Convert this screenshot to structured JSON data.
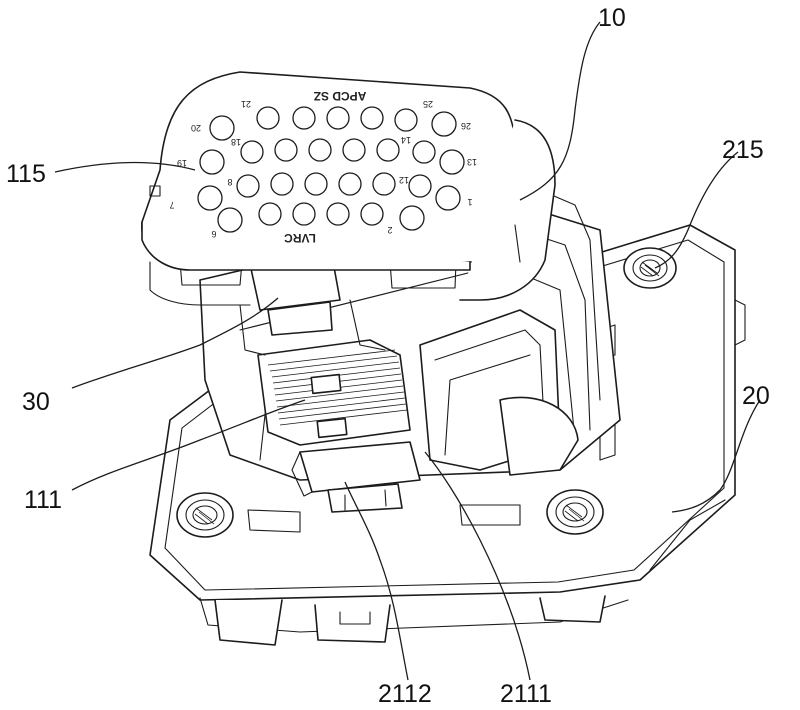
{
  "callouts": {
    "c10": "10",
    "c215": "215",
    "c20": "20",
    "c115": "115",
    "c30": "30",
    "c111": "111",
    "c2112": "2112",
    "c2111": "2111"
  },
  "face_marks": {
    "brand_top": "APCD SZ",
    "brand_bottom": "LVRC",
    "pin_20": "20",
    "pin_21": "21",
    "pin_25": "25",
    "pin_26": "26",
    "pin_19": "19",
    "pin_13": "13",
    "pin_7": "7",
    "pin_1": "1",
    "pin_6": "6",
    "pin_2": "2",
    "pin_18": "18",
    "pin_14": "14",
    "pin_8": "8",
    "pin_12": "12"
  }
}
